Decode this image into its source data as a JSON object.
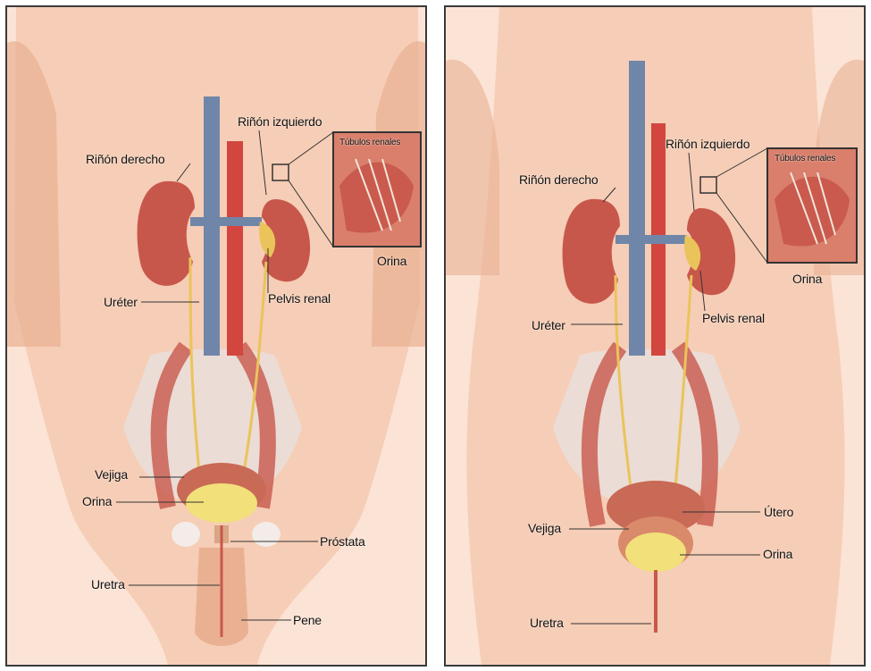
{
  "colors": {
    "skin": "#f6cdb6",
    "skin_shadow": "#eab092",
    "kidney": "#c8574b",
    "kidney_light": "#e48b79",
    "vein": "#6f86a8",
    "artery": "#d2463f",
    "ureter": "#eac45a",
    "urine": "#f2e07a",
    "bladder": "#c86a55",
    "bone": "#e9dedb"
  },
  "male": {
    "labels": {
      "left_kidney": "Riñón izquierdo",
      "right_kidney": "Riñón derecho",
      "renal_tubules": "Túbulos renales",
      "urine_top": "Orina",
      "ureter": "Uréter",
      "renal_pelvis": "Pelvis renal",
      "bladder": "Vejiga",
      "urine": "Orina",
      "prostate": "Próstata",
      "urethra": "Uretra",
      "penis": "Pene"
    }
  },
  "female": {
    "labels": {
      "left_kidney": "Riñón izquierdo",
      "right_kidney": "Riñón derecho",
      "renal_tubules": "Túbulos renales",
      "urine_top": "Orina",
      "ureter": "Uréter",
      "renal_pelvis": "Pelvis renal",
      "uterus": "Útero",
      "bladder": "Vejiga",
      "urine": "Orina",
      "urethra": "Uretra"
    }
  }
}
